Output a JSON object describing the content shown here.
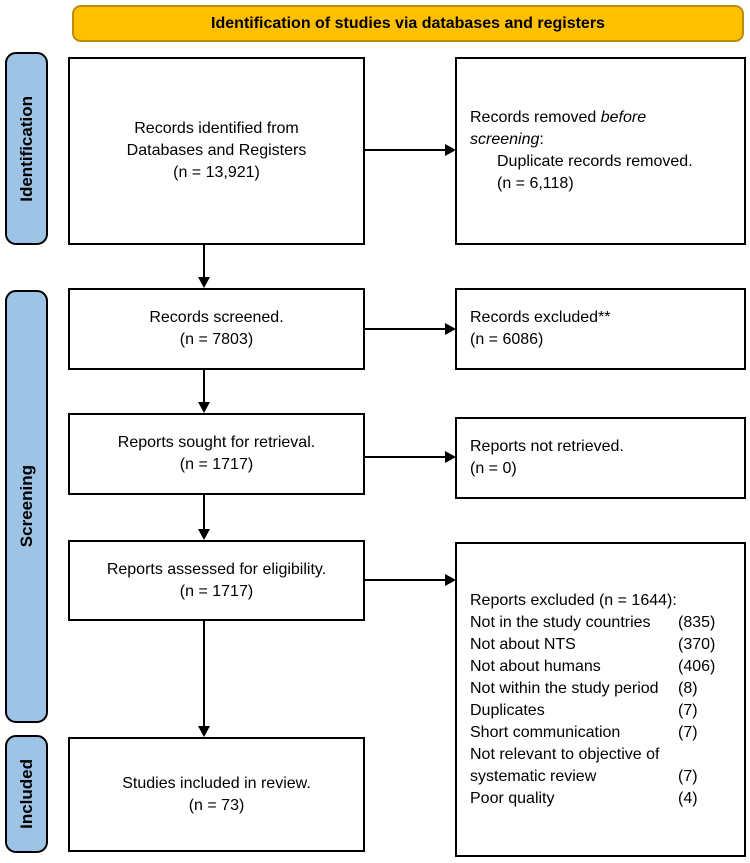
{
  "banner": {
    "title": "Identification of studies via databases and registers"
  },
  "stages": [
    {
      "label": "Identification"
    },
    {
      "label": "Screening"
    },
    {
      "label": "Included"
    }
  ],
  "flow_boxes": [
    {
      "text": "Records identified from",
      "text2": "Databases and Registers",
      "n": "(n = 13,921)"
    },
    {
      "text": "Records screened.",
      "n": "(n = 7803)"
    },
    {
      "text": "Reports sought for retrieval.",
      "n": "(n = 1717)"
    },
    {
      "text": "Reports assessed for eligibility.",
      "n": "(n = 1717)"
    },
    {
      "text": "Studies included in review.",
      "n": "(n = 73)"
    }
  ],
  "side_boxes": {
    "removed_before_screening": {
      "line1_normal": "Records removed",
      "line1_italic": "before",
      "line2_italic": "screening",
      "line2_suffix": ":",
      "detail": "Duplicate records removed.",
      "n": "(n = 6,118)"
    },
    "records_excluded": {
      "text": "Records excluded**",
      "n": "(n = 6086)"
    },
    "reports_not_retrieved": {
      "text": "Reports not retrieved.",
      "n": "(n = 0)"
    },
    "reports_excluded": {
      "header": "Reports excluded (n = 1644):",
      "rows": [
        {
          "label": "Not in the study countries",
          "count": "(835)"
        },
        {
          "label": "Not about NTS",
          "count": "(370)"
        },
        {
          "label": "Not about humans",
          "count": "(406)"
        },
        {
          "label": "Not within the study period",
          "count": "(8)"
        },
        {
          "label": "Duplicates",
          "count": "(7)"
        },
        {
          "label": "Short communication",
          "count": "(7)"
        },
        {
          "label": "Not relevant to objective of",
          "count": ""
        },
        {
          "label": "systematic review",
          "count": "(7)"
        },
        {
          "label": "Poor quality",
          "count": "(4)"
        }
      ]
    }
  },
  "colors": {
    "banner_bg": "#FFC000",
    "banner_border": "#BC8C00",
    "stage_bg": "#9DC3E6",
    "box_border": "#000000",
    "arrow": "#000000"
  }
}
